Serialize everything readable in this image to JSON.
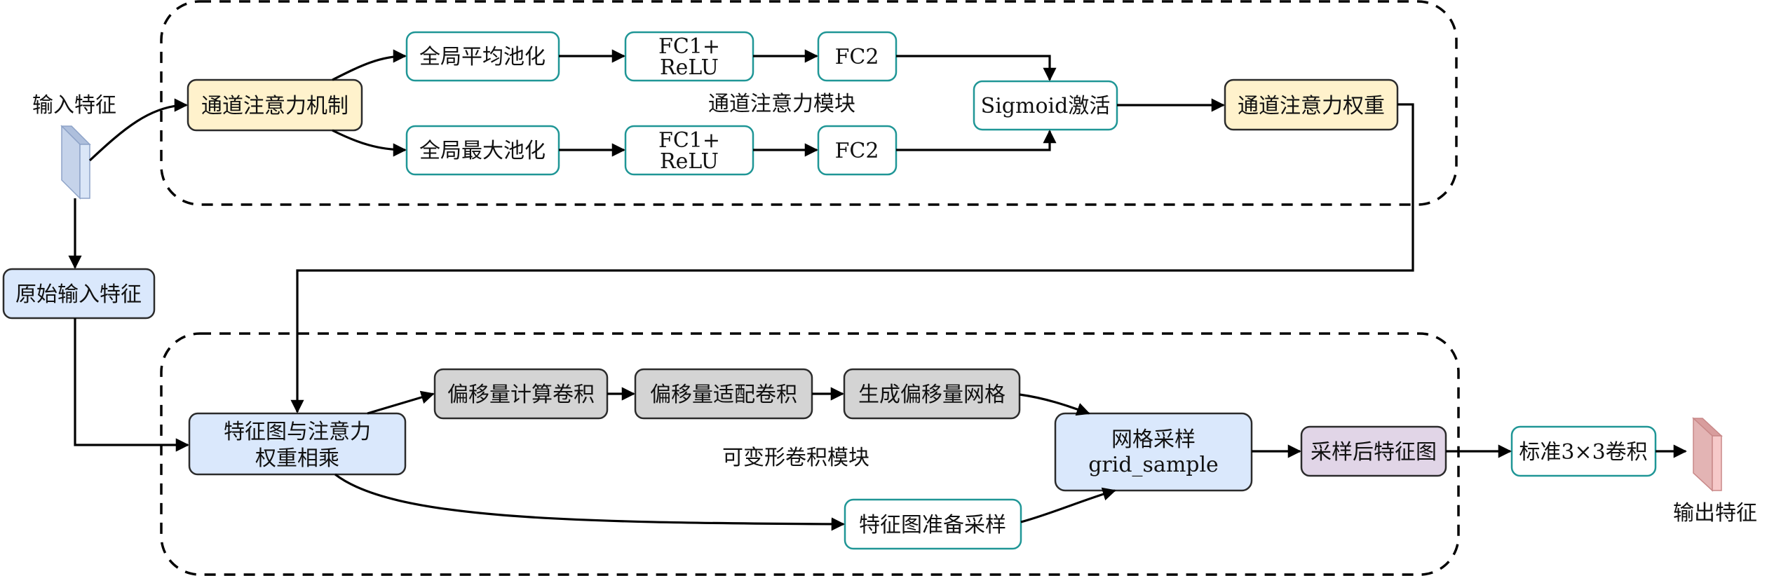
{
  "modules": {
    "channel_attention": "通道注意力模块",
    "deformable_conv": "可变形卷积模块"
  },
  "input_feature_label": "输入特征",
  "output_feature_label": "输出特征",
  "nodes": {
    "channel_attention_mechanism": "通道注意力机制",
    "global_avg_pool": "全局平均池化",
    "global_max_pool": "全局最大池化",
    "fc1_relu_top_line1": "FC1+",
    "fc1_relu_top_line2": "ReLU",
    "fc1_relu_bottom_line1": "FC1+",
    "fc1_relu_bottom_line2": "ReLU",
    "fc2_top": "FC2",
    "fc2_bottom": "FC2",
    "sigmoid": "Sigmoid激活",
    "channel_attention_weight": "通道注意力权重",
    "original_input_feature": "原始输入特征",
    "multiply_line1": "特征图与注意力",
    "multiply_line2": "权重相乘",
    "offset_compute_conv": "偏移量计算卷积",
    "offset_adapt_conv": "偏移量适配卷积",
    "generate_offset_grid": "生成偏移量网格",
    "grid_sample_line1": "网格采样",
    "grid_sample_line2": "grid_sample",
    "feature_prepare_sampling": "特征图准备采样",
    "sampled_feature_map": "采样后特征图",
    "standard_conv": "标准3×3卷积"
  },
  "colors": {
    "teal_border": "#1f9696",
    "yellow_fill": "#fff2cc",
    "blue_fill": "#dae8fc",
    "gray_fill": "#d4d4d4",
    "purple_fill": "#e1d5e7",
    "input_block": "#c5d3ea",
    "output_block": "#e8b4b4"
  }
}
